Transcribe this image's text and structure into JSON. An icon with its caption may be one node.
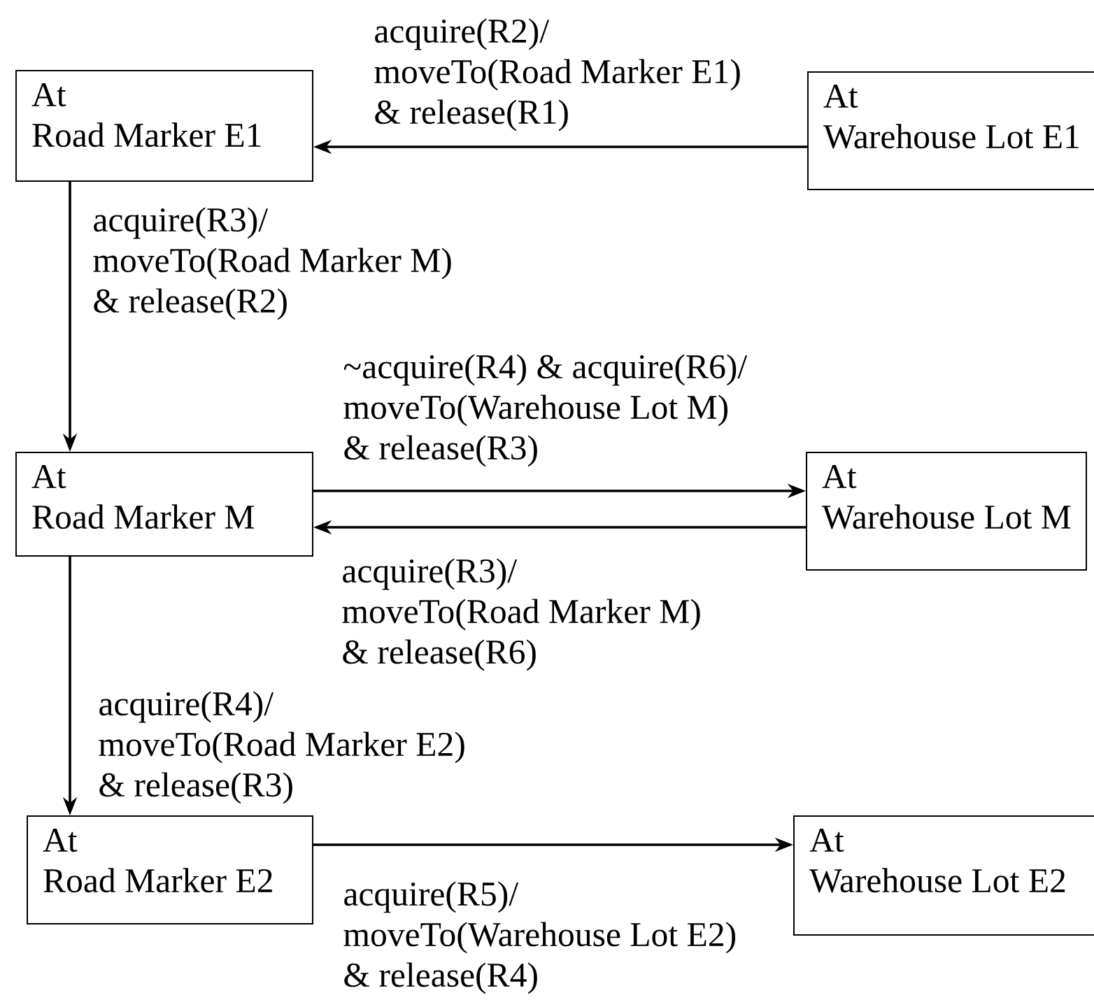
{
  "diagram": {
    "nodes": [
      {
        "text": [
          "At",
          "Road Marker E1"
        ]
      },
      {
        "text": [
          "At",
          "Warehouse Lot E1"
        ]
      },
      {
        "text": [
          "At",
          "Road Marker M"
        ]
      },
      {
        "text": [
          "At",
          "Warehouse Lot M"
        ]
      },
      {
        "text": [
          "At",
          "Road Marker E2"
        ]
      },
      {
        "text": [
          "At",
          "Warehouse Lot E2"
        ]
      }
    ],
    "edges": [
      {
        "from": 1,
        "to": 0,
        "arrow": "to",
        "label": "acquire(R2)/ moveTo(Road Marker E1) & release(R1)"
      },
      {
        "from": 0,
        "to": 2,
        "arrow": "to",
        "label": "acquire(R3)/ moveTo(Road Marker M) & release(R2)"
      },
      {
        "from": 2,
        "to": 3,
        "arrow": "to",
        "label": "~acquire(R4) & acquire(R6)/ moveTo(Warehouse Lot M) & release(R3)"
      },
      {
        "from": 3,
        "to": 2,
        "arrow": "to",
        "label": "acquire(R3)/ moveTo(Road Marker M) & release(R6)"
      },
      {
        "from": 2,
        "to": 4,
        "arrow": "to",
        "label": "acquire(R4)/ moveTo(Road Marker E2) & release(R3)"
      },
      {
        "from": 4,
        "to": 5,
        "arrow": "to",
        "label": "acquire(R5)/ moveTo(Warehouse Lot E2) & release(R4)"
      }
    ]
  }
}
